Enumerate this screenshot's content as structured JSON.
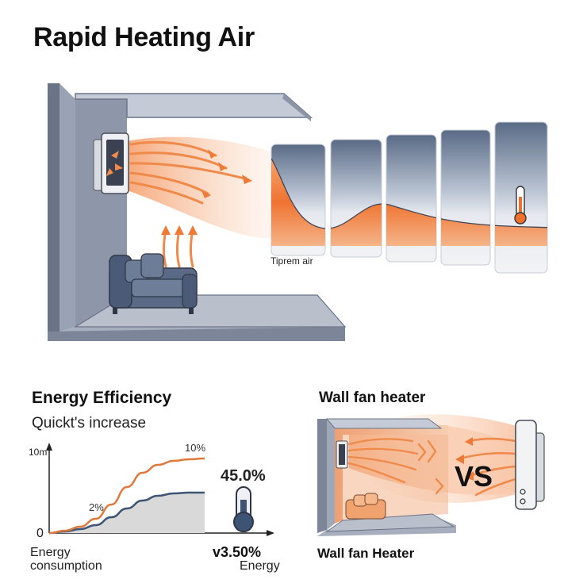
{
  "title": "Rapid Heating Air",
  "room": {
    "warm_air_label": "Tiprem air",
    "icons": [
      "wall-heater-icon",
      "sofa-icon",
      "thermometer-icon",
      "heat-arrow-icon"
    ]
  },
  "energy": {
    "heading": "Energy Efficiency",
    "subheading": "Quickt's increase",
    "y_axis_top": "10m",
    "y_axis_zero": "0",
    "x_label_line1": "Energy",
    "x_label_line2": "consumption",
    "annot_top": "10%",
    "annot_mid": "2%",
    "big_value": "45.0%",
    "small_value": "v3.50%",
    "small_value_label": "Energy"
  },
  "chart_data": {
    "type": "area",
    "title": "",
    "xlabel": "Energy consumption",
    "ylabel": "",
    "x": [
      0,
      1,
      2,
      3,
      4,
      5,
      6,
      7,
      8,
      9,
      10
    ],
    "ylim": [
      0,
      10
    ],
    "series": [
      {
        "values": [
          0,
          0.3,
          0.8,
          1.8,
          3.6,
          5.8,
          7.6,
          8.6,
          9.1,
          9.3,
          9.4
        ]
      },
      {
        "values": [
          0,
          0.2,
          0.5,
          1.0,
          2.0,
          3.1,
          4.1,
          4.7,
          5.0,
          5.1,
          5.1
        ]
      }
    ],
    "annotations": [
      "10%",
      "2%"
    ],
    "colors": {
      "upper": "#e0783a",
      "lower": "#3d5475",
      "fill": "#d9d9d9"
    }
  },
  "compare": {
    "label_top": "Wall fan heater",
    "vs": "VS",
    "label_bottom": "Wall fan Heater"
  },
  "colors": {
    "wall": "#7a8496",
    "wall_dark": "#5c6678",
    "panel_top": "#5a6b86",
    "warm": "#f07a3a",
    "arrow": "#ef8a4a",
    "text": "#111111"
  }
}
